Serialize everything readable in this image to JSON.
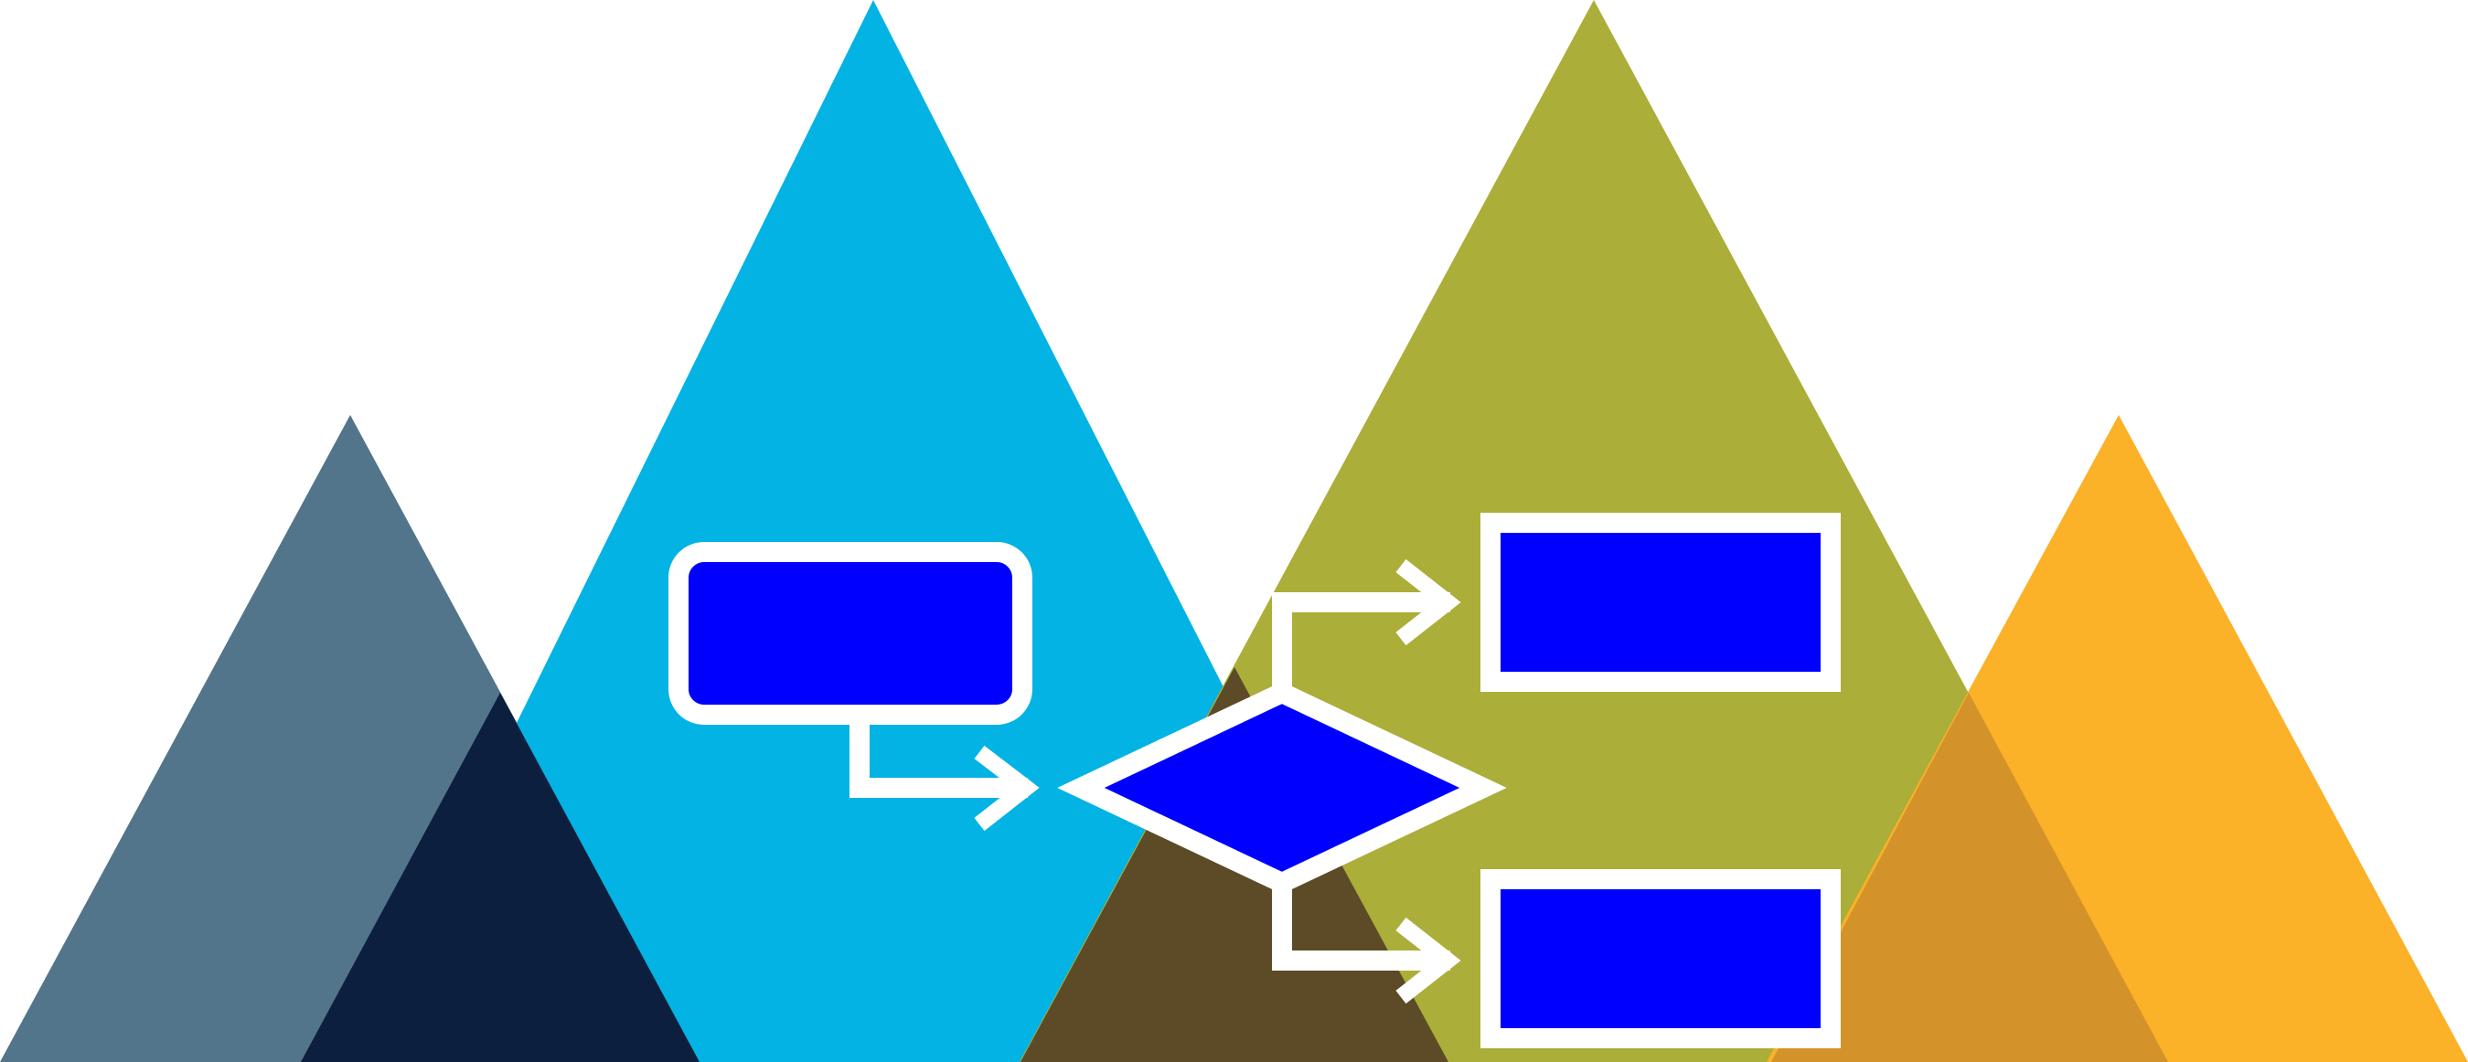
{
  "colors": {
    "background": "#ffffff",
    "slate": "#52758b",
    "navy": "#0c1f3e",
    "cyan": "#02b3e4",
    "olive": "#abae38",
    "brown": "#5c4b26",
    "orange": "#fbb128",
    "dark_orange": "#d4922a",
    "shape_fill": "#0000ff",
    "outline": "#ffffff"
  },
  "flowchart": {
    "start_shape": "rounded-rectangle",
    "decision_shape": "diamond",
    "outcome_shapes": [
      "rectangle",
      "rectangle"
    ],
    "connectors": 3
  },
  "icons": [
    "arrow-right-icon",
    "arrow-right-icon",
    "arrow-right-icon"
  ]
}
